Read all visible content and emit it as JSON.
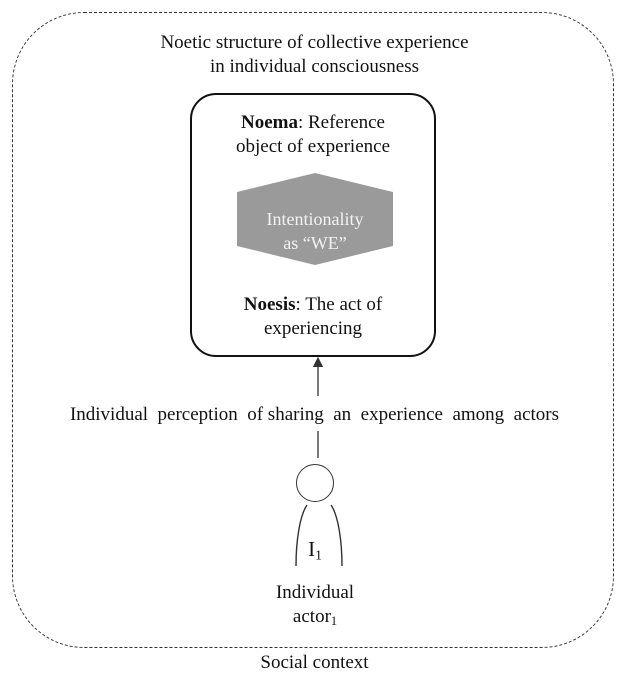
{
  "outer": {
    "title_line1": "Noetic structure of collective experience",
    "title_line2": "in individual consciousness",
    "context_label": "Social context"
  },
  "inner": {
    "noema_bold": "Noema",
    "noema_line1_rest": ": Reference",
    "noema_line2": "object of experience",
    "hexagon_line1": "Intentionality",
    "hexagon_line2": "as “WE”",
    "noesis_bold": "Noesis",
    "noesis_line1_rest": ": The act of",
    "noesis_line2": "experiencing"
  },
  "perception_label": "Individual  perception  of sharing  an  experience  among  actors",
  "actor": {
    "symbol": "I",
    "symbol_sub": "1",
    "label_line1": "Individual",
    "label_line2": "actor",
    "label_sub": "1"
  },
  "colors": {
    "hexagon_fill": "#9a9a9a",
    "line": "#333333"
  }
}
